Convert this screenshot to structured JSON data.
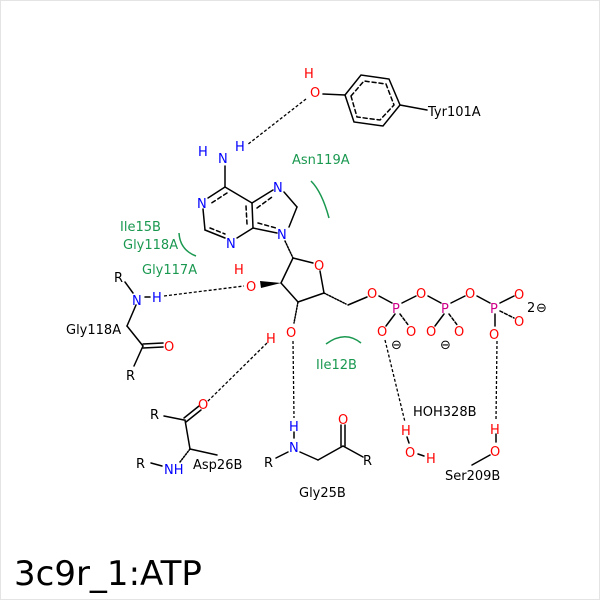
{
  "title": "3c9r_1:ATP",
  "atoms": {
    "O": "O",
    "N": "N",
    "H": "H",
    "P": "P",
    "R": "R",
    "NH": "NH",
    "minus": "⊖",
    "two": "2"
  },
  "residues": {
    "tyr101a": "Tyr101A",
    "gly118a": "Gly118A",
    "asp26b": "Asp26B",
    "gly25b": "Gly25B",
    "hoh328b": "HOH328B",
    "ser209b": "Ser209B"
  },
  "hydrophobic": {
    "asn119a": "Asn119A",
    "ile15b": "Ile15B",
    "gly118a": "Gly118A",
    "gly117a": "Gly117A",
    "ile12b": "Ile12B"
  },
  "colors": {
    "oxygen": "#ff0000",
    "nitrogen": "#0000ff",
    "phosphorus": "#d0008a",
    "hydrophobic": "#1a9850"
  }
}
